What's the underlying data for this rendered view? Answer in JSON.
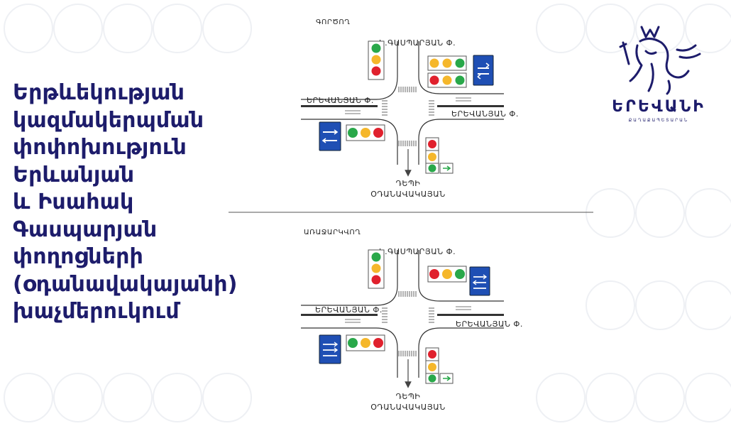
{
  "title": {
    "lines": [
      "Երթևեկության",
      "կազմակերպման",
      "փոփոխություն",
      "Երևանյան",
      "և Իսահակ",
      "Գասպարյան",
      "փողոցների",
      "(օդանավակայանի)",
      "խաչմերուկում"
    ]
  },
  "logo": {
    "name": "ԵՐԵՎԱՆԻ",
    "subtitle": "ՔԱՂԱՔԱՊԵՏԱՐԱՆ"
  },
  "diagrams": {
    "top": {
      "section_label": "ԳՈՐԾՈՂ",
      "north_street": "Ի.ԳԱՍՊԱՐՅԱՆ Փ.",
      "west_street": "ԵՐԵՎԱՆՅԱՆ Փ.",
      "east_street": "ԵՐԵՎԱՆՅԱՆ Փ.",
      "south_line1": "ԴԵՊԻ",
      "south_line2": "ՕԴԱՆԱՎԱԿԱՅԱՆ"
    },
    "bottom": {
      "section_label": "ԱՌԱՋԱՐԿՎՈՂ",
      "north_street": "Ի.ԳԱՍՊԱՐՅԱՆ Փ.",
      "west_street": "ԵՐԵՎԱՆՅԱՆ Փ.",
      "east_street": "ԵՐԵՎԱՆՅԱՆ Փ.",
      "south_line1": "ԴԵՊԻ",
      "south_line2": "ՕԴԱՆԱՎԱԿԱՅԱՆ"
    }
  },
  "colors": {
    "title": "#1d1c6b",
    "sign_blue": "#1f4fb4",
    "signal_red": "#e0212d",
    "signal_yellow": "#f5b72b",
    "signal_green": "#29a84a",
    "road_line": "#333333"
  }
}
